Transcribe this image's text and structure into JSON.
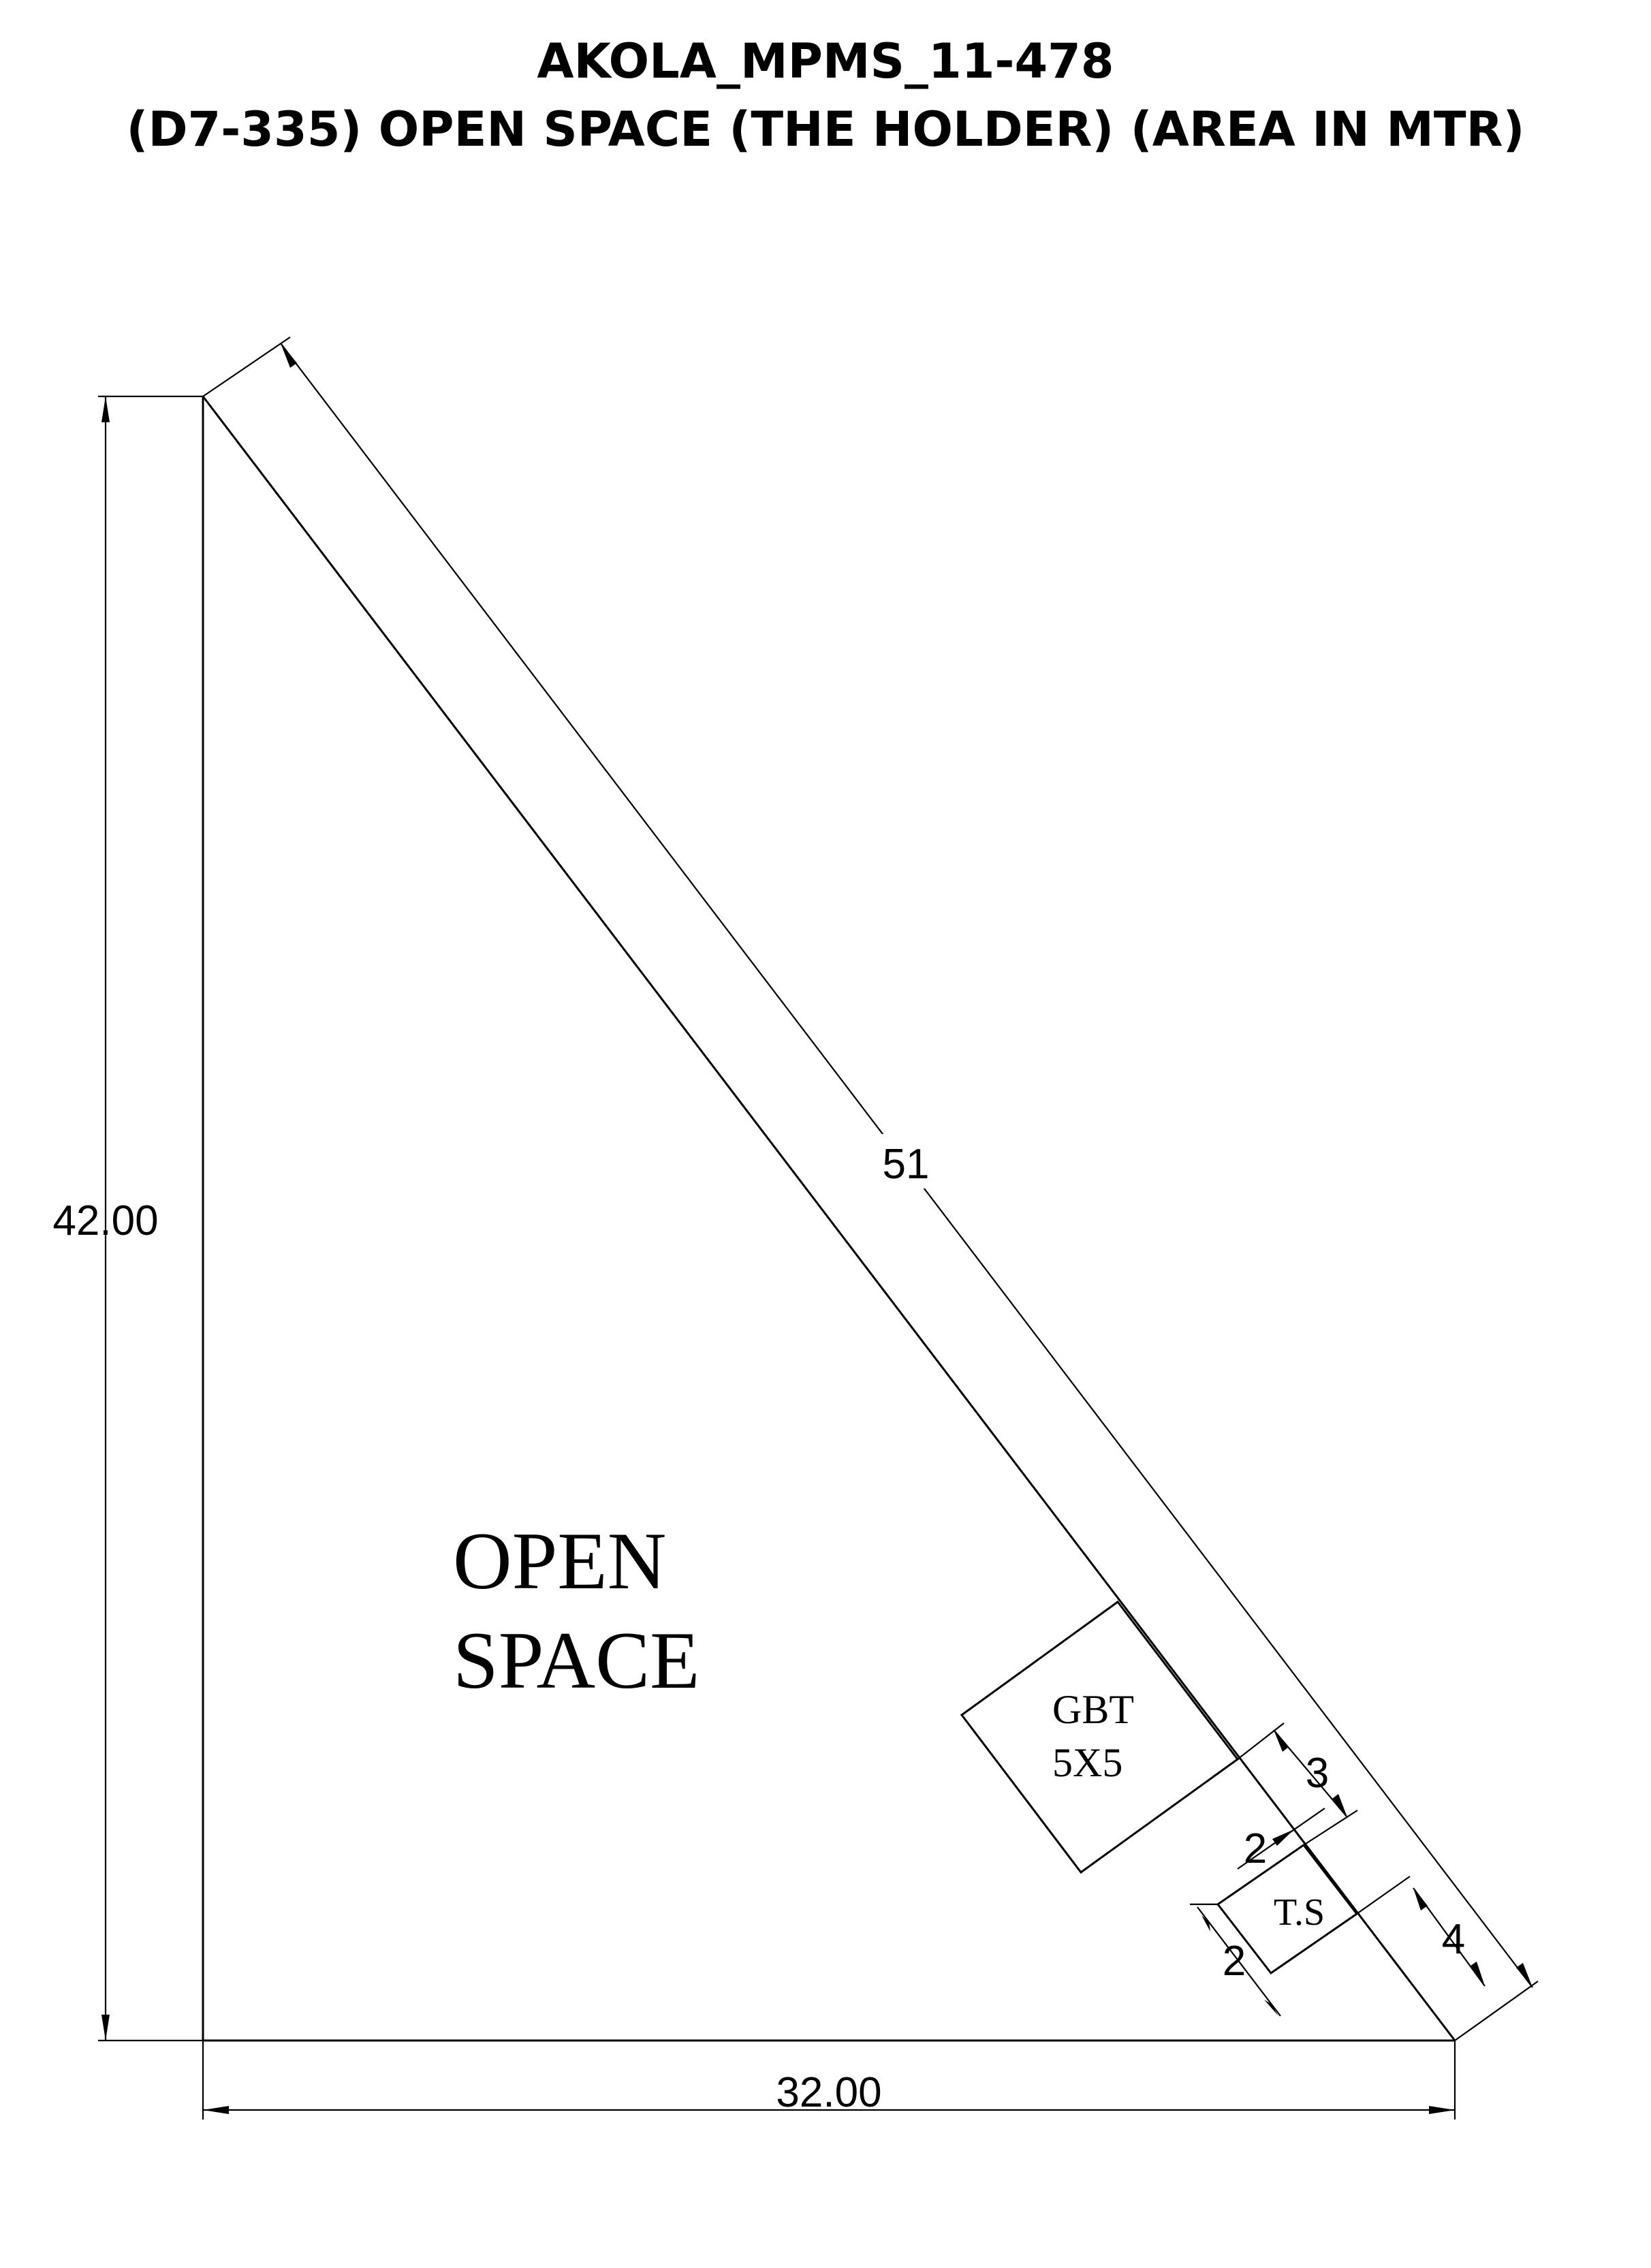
{
  "title": {
    "line1": "AKOLA_MPMS_11-478",
    "line2": "(D7-335) OPEN SPACE (THE HOLDER) (AREA IN MTR)"
  },
  "plot": {
    "left_dimension": "42.00",
    "bottom_dimension": "32.00",
    "hypotenuse_dimension": "51",
    "main_label": [
      "OPEN",
      "SPACE"
    ]
  },
  "gbt": {
    "label": [
      "GBT",
      "5X5"
    ],
    "dimension": "3"
  },
  "ts": {
    "label": "T.S",
    "dimension_top": "2",
    "dimension_left": "2",
    "dimension_right": "4"
  },
  "colors": {
    "line": "#000000",
    "background": "#ffffff"
  }
}
